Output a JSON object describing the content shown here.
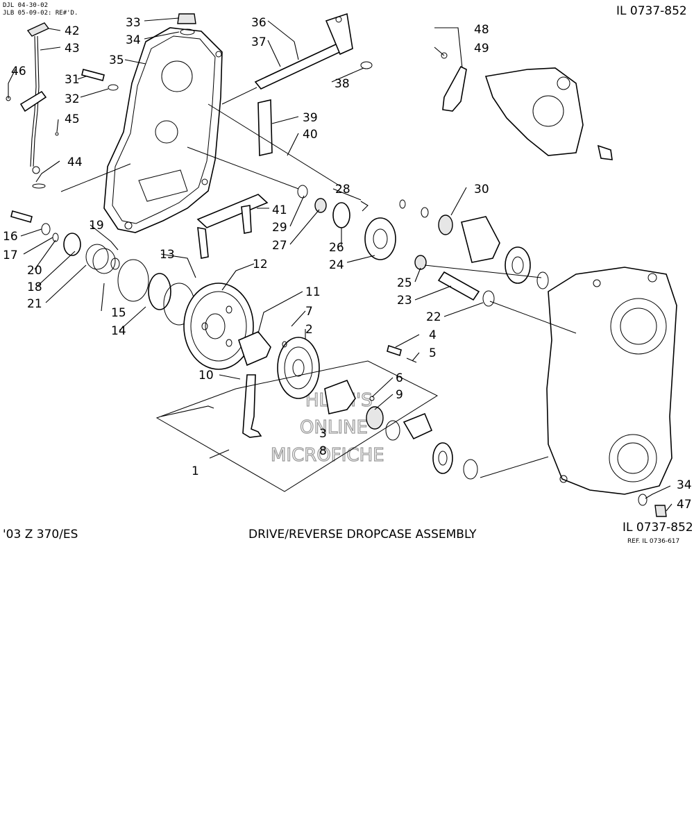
{
  "header": {
    "revision_line_1": "DJL 04-30-02",
    "revision_line_2": "JLB 05-09-02: RE#'D.",
    "illustration_id_top": "IL 0737-852"
  },
  "footer": {
    "model": "'03 Z 370/ES",
    "title": "DRIVE/REVERSE DROPCASE ASSEMBLY",
    "illustration_id": "IL 0737-852",
    "reference": "REF. IL 0736-617"
  },
  "watermark": {
    "line1": "HLSM'S",
    "line2": "ONLINE",
    "line3": "MICROFICHE"
  },
  "callouts": {
    "c1": "1",
    "c2": "2",
    "c3": "3",
    "c4": "4",
    "c5": "5",
    "c6": "6",
    "c7": "7",
    "c8": "8",
    "c9": "9",
    "c10": "10",
    "c11": "11",
    "c12": "12",
    "c13": "13",
    "c14": "14",
    "c15": "15",
    "c16": "16",
    "c17": "17",
    "c18": "18",
    "c19": "19",
    "c20": "20",
    "c21": "21",
    "c22": "22",
    "c23": "23",
    "c24": "24",
    "c25": "25",
    "c26": "26",
    "c27": "27",
    "c28": "28",
    "c29": "29",
    "c30": "30",
    "c31": "31",
    "c32": "32",
    "c33": "33",
    "c34a": "34",
    "c34b": "34",
    "c35": "35",
    "c36": "36",
    "c37": "37",
    "c38": "38",
    "c39": "39",
    "c40": "40",
    "c41": "41",
    "c42": "42",
    "c43": "43",
    "c44": "44",
    "c45": "45",
    "c46": "46",
    "c47": "47",
    "c48": "48",
    "c49": "49"
  }
}
